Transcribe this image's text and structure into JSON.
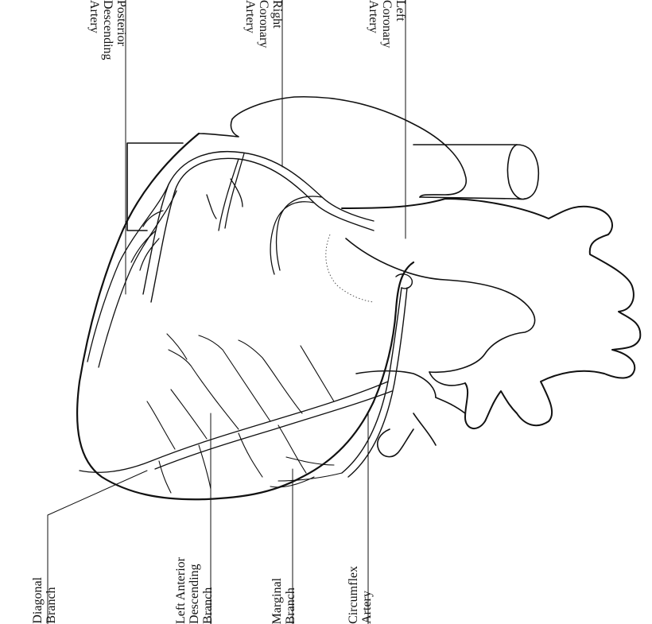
{
  "diagram": {
    "labels_top": [
      {
        "id": "left-coronary",
        "lines": [
          "Left",
          "Coronary",
          "Artery"
        ]
      },
      {
        "id": "right-coronary",
        "lines": [
          "Right",
          "Coronary",
          "Artery"
        ]
      },
      {
        "id": "posterior-descending",
        "lines": [
          "Posterior",
          "Descending",
          "Artery"
        ]
      }
    ],
    "labels_bottom": [
      {
        "id": "circumflex",
        "lines": [
          "Circumflex",
          "Artery"
        ]
      },
      {
        "id": "marginal",
        "lines": [
          "Marginal",
          "Branch"
        ]
      },
      {
        "id": "left-anterior-descending",
        "lines": [
          "Left Anterior",
          "Descending",
          "Branch"
        ]
      },
      {
        "id": "diagonal",
        "lines": [
          "Diagonal",
          "Branch"
        ]
      }
    ],
    "colors": {
      "ink": "#111111",
      "paper": "#ffffff"
    }
  }
}
